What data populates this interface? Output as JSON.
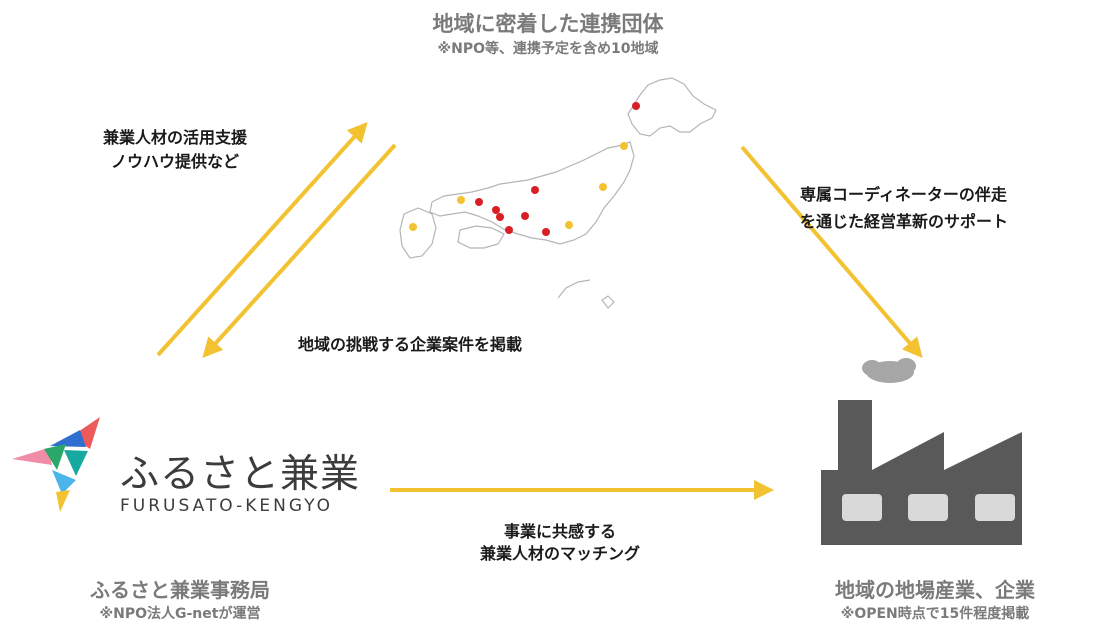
{
  "top": {
    "title": "地域に密着した連携団体",
    "subtitle": "※NPO等、連携予定を含め10地域"
  },
  "arrows": {
    "left_label_lines": [
      "兼業人材の活用支援",
      "ノウハウ提供など"
    ],
    "middle_label": "地域の挑戦する企業案件を掲載",
    "right_label_lines": [
      "専属コーディネーターの伴走",
      "を通じた経営革新のサポート"
    ],
    "bottom_label_lines": [
      "事業に共感する",
      "兼業人材のマッチング"
    ]
  },
  "logo": {
    "name": "ふるさと兼業",
    "roman": "FURUSATO-KENGYO"
  },
  "left_bottom": {
    "title": "ふるさと兼業事務局",
    "subtitle": "※NPO法人G-netが運営"
  },
  "right_bottom": {
    "title": "地域の地場産業、企業",
    "subtitle": "※OPEN時点で15件程度掲載"
  },
  "colors": {
    "arrow": "#f2c230",
    "map_red": "#d91f26",
    "map_yellow": "#f2c230",
    "factory": "#595959",
    "cloud": "#a6a6a6",
    "title_gray": "#7a7a7a"
  }
}
